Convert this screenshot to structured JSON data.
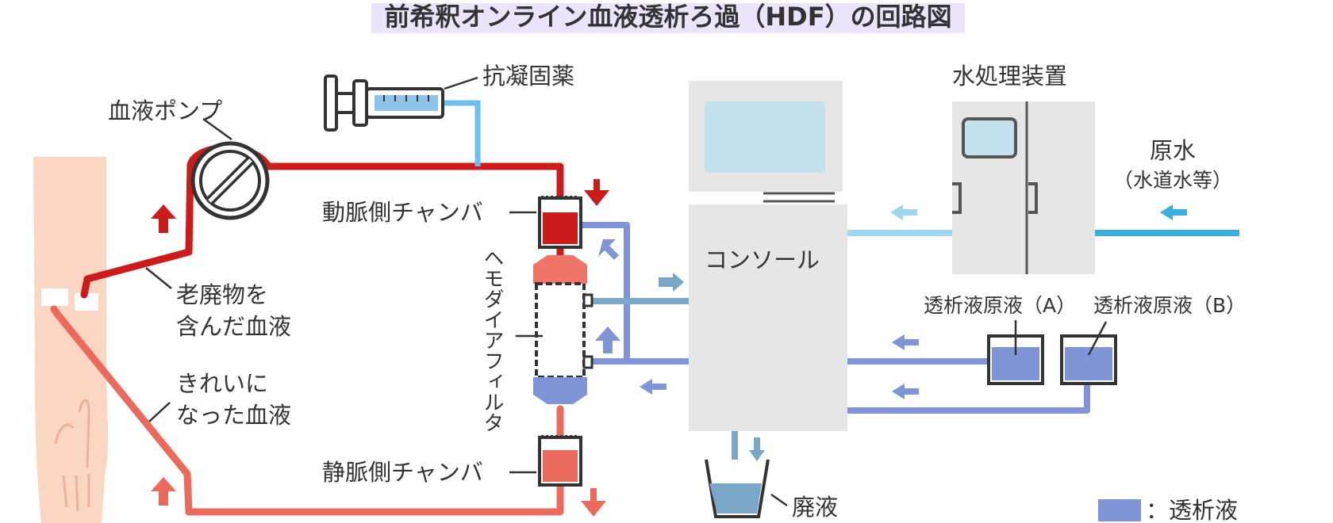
{
  "title": "前希釈オンライン血液透析ろ過（HDF）の回路図",
  "colors": {
    "waste_blood": "#cc1b1b",
    "clean_blood": "#ec6a5c",
    "dialysate": "#7f95d6",
    "fluid_steel": "#7aa6c8",
    "ro_water": "#9fd6f0",
    "raw_water": "#3aafdd",
    "anticoagulant": "#6cc0f0",
    "machine_gray": "#e6e6e6",
    "skin": "#fbd6c2"
  },
  "labels": {
    "blood_pump": "血液ポンプ",
    "anticoagulant": "抗凝固薬",
    "arterial_chamber": "動脈側チャンバ",
    "venous_chamber": "静脈側チャンバ",
    "hemodiafilter": "ヘモダイアフィルタ",
    "waste_blood_line1": "老廃物を",
    "waste_blood_line2": "含んだ血液",
    "clean_blood_line1": "きれいに",
    "clean_blood_line2": "なった血液",
    "console": "コンソール",
    "water_treatment": "水処理装置",
    "raw_water": "原水",
    "raw_water_note": "（水道水等）",
    "concentrate_a": "透析液原液（A）",
    "concentrate_b": "透析液原液（B）",
    "effluent": "廃液",
    "legend_dialysate": "：透析液"
  },
  "icons": [
    "blood-pump-icon",
    "syringe-icon",
    "filter-icon",
    "arm-icon",
    "water-treatment-icon",
    "console-icon",
    "effluent-bucket-icon",
    "flow-arrow-icon"
  ]
}
